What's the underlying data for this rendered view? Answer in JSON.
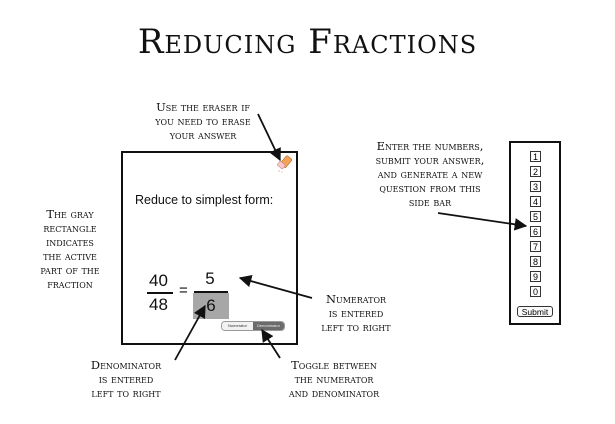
{
  "title": "Reducing Fractions",
  "notes": {
    "eraser": [
      "Use the eraser if",
      "you need to erase",
      "your answer"
    ],
    "gray": [
      "The gray",
      "rectangle",
      "indicates",
      "the active",
      "part of the",
      "fraction"
    ],
    "side": [
      "Enter the numbers,",
      "submit your answer,",
      "and generate a new",
      "question from this",
      "side bar"
    ],
    "numerator": [
      "Numerator",
      "is entered",
      "left to right"
    ],
    "denominator": [
      "Denominator",
      "is entered",
      "left to right"
    ],
    "toggle": [
      "Toggle between",
      "the numerator",
      "and denominator"
    ]
  },
  "panel": {
    "prompt": "Reduce to simplest form:",
    "problem_numerator": "40",
    "problem_denominator": "48",
    "equals": "=",
    "answer_numerator": "5",
    "answer_denominator": "6",
    "toggle_numerator": "Numerator",
    "toggle_denominator": "Denominator"
  },
  "sidebar": {
    "numbers": [
      "1",
      "2",
      "3",
      "4",
      "5",
      "6",
      "7",
      "8",
      "9",
      "0"
    ],
    "submit": "Submit"
  }
}
